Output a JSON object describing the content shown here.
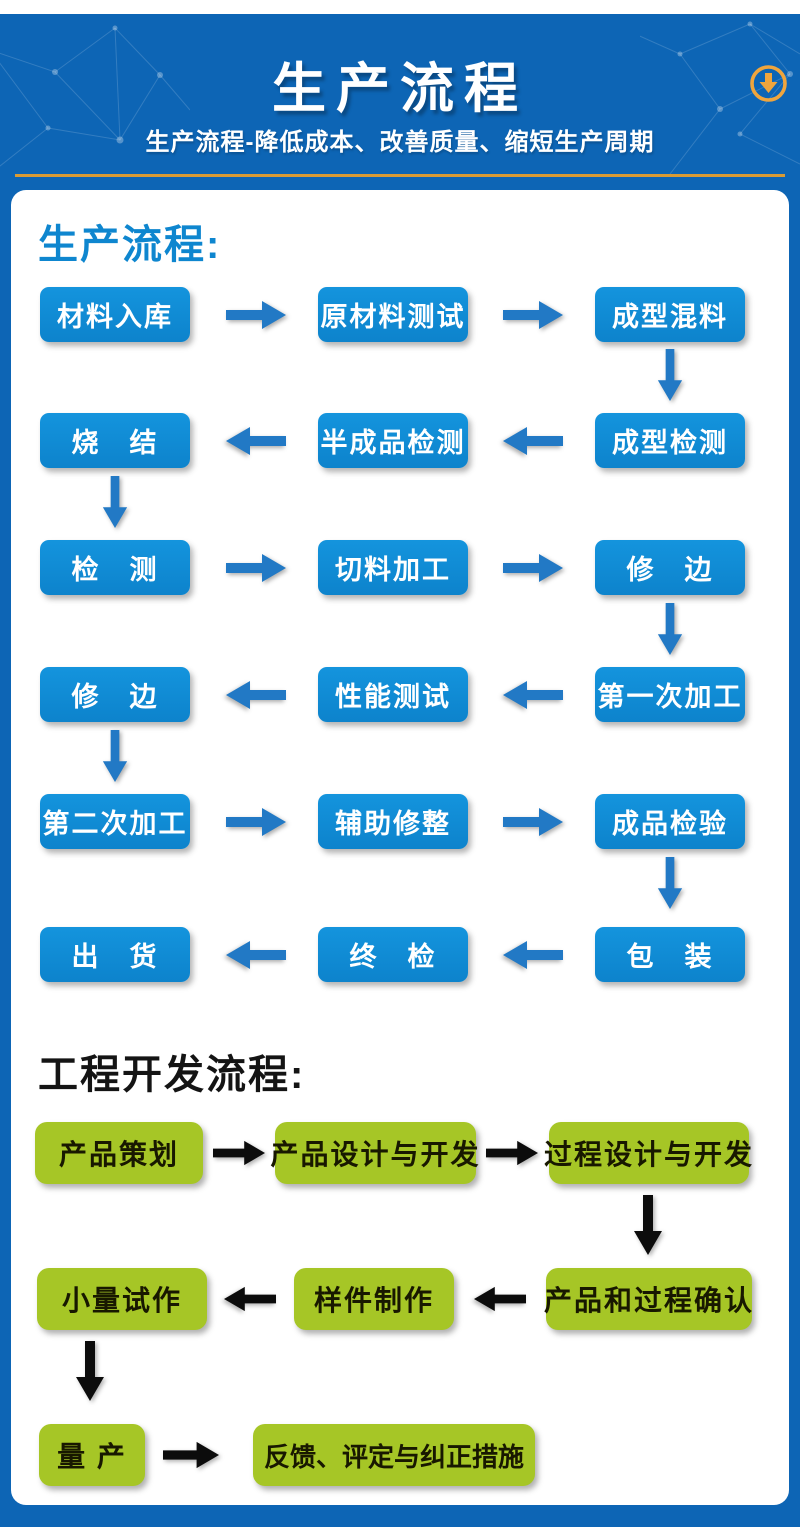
{
  "header": {
    "title": "生产流程",
    "subtitle": "生产流程-降低成本、改善质量、缩短生产周期"
  },
  "production_flow": {
    "heading": "生产流程:",
    "rows": [
      {
        "direction": "right",
        "boxes": [
          "材料入库",
          "原材料测试",
          "成型混料"
        ]
      },
      {
        "direction": "left",
        "boxes": [
          "烧　结",
          "半成品检测",
          "成型检测"
        ]
      },
      {
        "direction": "right",
        "boxes": [
          "检　测",
          "切料加工",
          "修　边"
        ]
      },
      {
        "direction": "left",
        "boxes": [
          "修　边",
          "性能测试",
          "第一次加工"
        ]
      },
      {
        "direction": "right",
        "boxes": [
          "第二次加工",
          "辅助修整",
          "成品检验"
        ]
      },
      {
        "direction": "left",
        "boxes": [
          "出　货",
          "终　检",
          "包　装"
        ]
      }
    ]
  },
  "engineering_flow": {
    "heading": "工程开发流程:",
    "rows": [
      {
        "direction": "right",
        "boxes": [
          "产品策划",
          "产品设计与开发",
          "过程设计与开发"
        ]
      },
      {
        "direction": "left",
        "boxes": [
          "小量试作",
          "样件制作",
          "产品和过程确认"
        ]
      },
      {
        "direction": "right",
        "boxes": [
          "量 产",
          "反馈、评定与纠正措施"
        ]
      }
    ]
  },
  "colors": {
    "header_background": "#0d65b5",
    "accent_gold": "#d99b35",
    "icon_gold": "#efa53d",
    "heading_blue": "#0e86cf",
    "box_blue": "#1090d8",
    "box_green": "#a6c626",
    "arrow_blue": "#2279c5",
    "arrow_black": "#0c0c0c"
  }
}
